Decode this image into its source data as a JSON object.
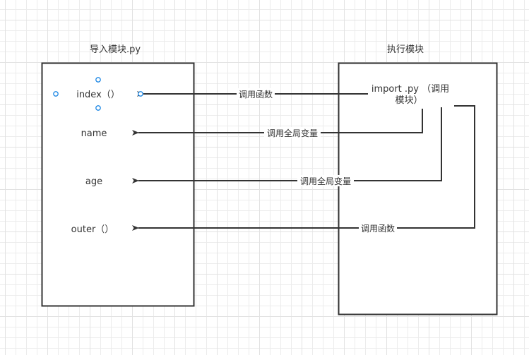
{
  "diagram": {
    "left_module": {
      "title": "导入模块.py",
      "items": [
        {
          "label": "index（）"
        },
        {
          "label": "name"
        },
        {
          "label": "age"
        },
        {
          "label": "outer（）"
        }
      ]
    },
    "right_module": {
      "title": "执行模块",
      "text_line1": "import .py （调用",
      "text_line2": "模块）"
    },
    "edges": [
      {
        "label": "调用函数",
        "from": "import .py（调用模块）",
        "to": "index（）"
      },
      {
        "label": "调用全局变量",
        "from": "import .py（调用模块）",
        "to": "name"
      },
      {
        "label": "调用全局变量",
        "from": "import .py（调用模块）",
        "to": "age"
      },
      {
        "label": "调用函数",
        "from": "import .py（调用模块）",
        "to": "outer（）"
      }
    ],
    "colors": {
      "stroke": "#333333",
      "selection_handle": "#1e88e5",
      "grid": "#ececec"
    }
  }
}
